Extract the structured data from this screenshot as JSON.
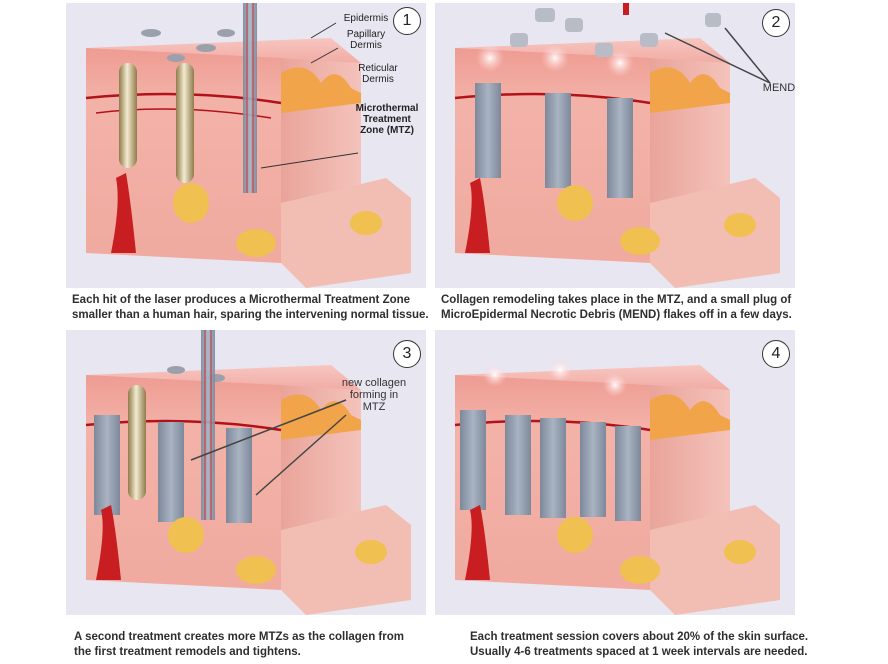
{
  "colors": {
    "panel_bg": "#e8e6f1",
    "skin_top": "#f3b4ae",
    "epidermis": "#ef9a8e",
    "dermis": "#f2b0a6",
    "blood": "#b3121a",
    "fat": "#f0c050",
    "mtz": "#8d98a8",
    "caption": "#2e2e2e"
  },
  "panels": [
    {
      "number": "1",
      "labels": {
        "epidermis": "Epidermis",
        "papillary_1": "Papillary",
        "papillary_2": "Dermis",
        "reticular_1": "Reticular",
        "reticular_2": "Dermis",
        "mtz_1": "Microthermal",
        "mtz_2": "Treatment",
        "mtz_3": "Zone (MTZ)"
      },
      "caption": [
        "Each hit of the laser produces a Microthermal Treatment Zone",
        "smaller than a human hair, sparing the intervening normal tissue."
      ]
    },
    {
      "number": "2",
      "labels": {
        "mend": "MEND"
      },
      "caption": [
        "Collagen remodeling takes place in the MTZ, and a small plug of",
        "MicroEpidermal Necrotic Debris (MEND) flakes off in a few days."
      ]
    },
    {
      "number": "3",
      "labels": {
        "collagen_1": "new collagen",
        "collagen_2": "forming in",
        "collagen_3": "MTZ"
      },
      "caption": [
        "A second treatment creates more MTZs as the collagen from",
        "the first treatment remodels and tightens."
      ]
    },
    {
      "number": "4",
      "labels": {},
      "caption": [
        "Each treatment session covers about 20% of the skin surface.",
        "Usually 4-6 treatments spaced at 1 week intervals are needed."
      ]
    }
  ]
}
